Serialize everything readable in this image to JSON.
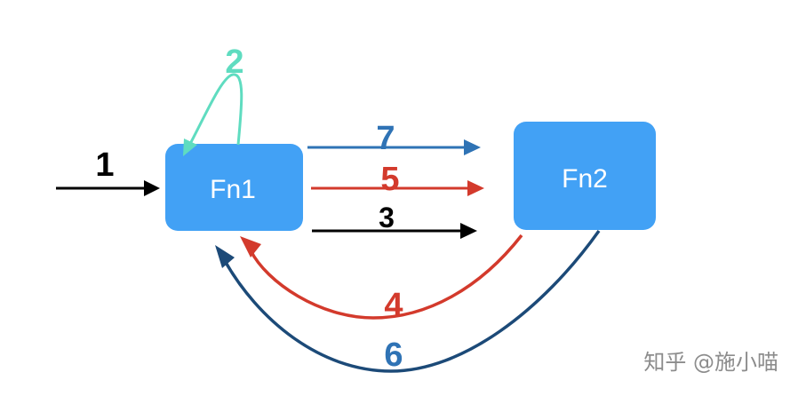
{
  "nodes": {
    "fn1": {
      "label": "Fn1"
    },
    "fn2": {
      "label": "Fn2"
    }
  },
  "edges": {
    "e1": {
      "label": "1",
      "color": "#000000"
    },
    "e2": {
      "label": "2",
      "color": "#5fdcc0"
    },
    "e3": {
      "label": "3",
      "color": "#000000"
    },
    "e4": {
      "label": "4",
      "color": "#d33a2c"
    },
    "e5": {
      "label": "5",
      "color": "#d33a2c"
    },
    "e6": {
      "label": "6",
      "color": "#2f73b5",
      "line_color": "#1c4a78"
    },
    "e7": {
      "label": "7",
      "color": "#2f73b5"
    }
  },
  "colors": {
    "node_fill": "#42a1f5",
    "node_text": "#ffffff"
  },
  "watermark": "知乎 @施小喵"
}
